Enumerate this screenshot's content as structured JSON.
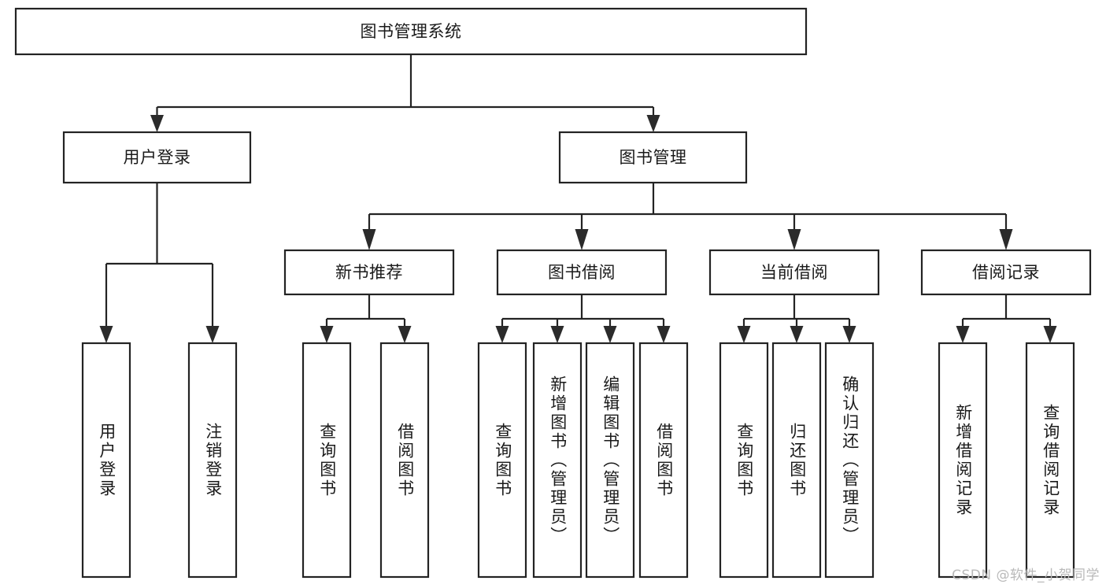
{
  "diagram": {
    "type": "tree-hierarchy",
    "title": "图书管理系统",
    "orientation": "top-down",
    "colors": {
      "box_fill": "#ffffff",
      "box_stroke": "#232323",
      "text": "#1a1a1a",
      "arrow": "#2b2b2b",
      "background": "#ffffff",
      "watermark": "#b9b9b9"
    },
    "root": {
      "label": "图书管理系统"
    },
    "level2": [
      {
        "label": "用户登录"
      },
      {
        "label": "图书管理"
      }
    ],
    "level3": [
      {
        "label": "新书推荐"
      },
      {
        "label": "图书借阅"
      },
      {
        "label": "当前借阅"
      },
      {
        "label": "借阅记录"
      }
    ],
    "leaves": {
      "user_login": [
        {
          "label": "用户登录"
        },
        {
          "label": "注销登录"
        }
      ],
      "new_book_recommend": [
        {
          "label": "查询图书"
        },
        {
          "label": "借阅图书"
        }
      ],
      "book_borrow": [
        {
          "label": "查询图书"
        },
        {
          "label": "新增图书（管理员）"
        },
        {
          "label": "编辑图书（管理员）"
        },
        {
          "label": "借阅图书"
        }
      ],
      "current_borrow": [
        {
          "label": "查询图书"
        },
        {
          "label": "归还图书"
        },
        {
          "label": "确认归还（管理员）"
        }
      ],
      "borrow_record": [
        {
          "label": "新增借阅记录"
        },
        {
          "label": "查询借阅记录"
        }
      ]
    },
    "watermark": "CSDN @软件_小贺同学"
  }
}
